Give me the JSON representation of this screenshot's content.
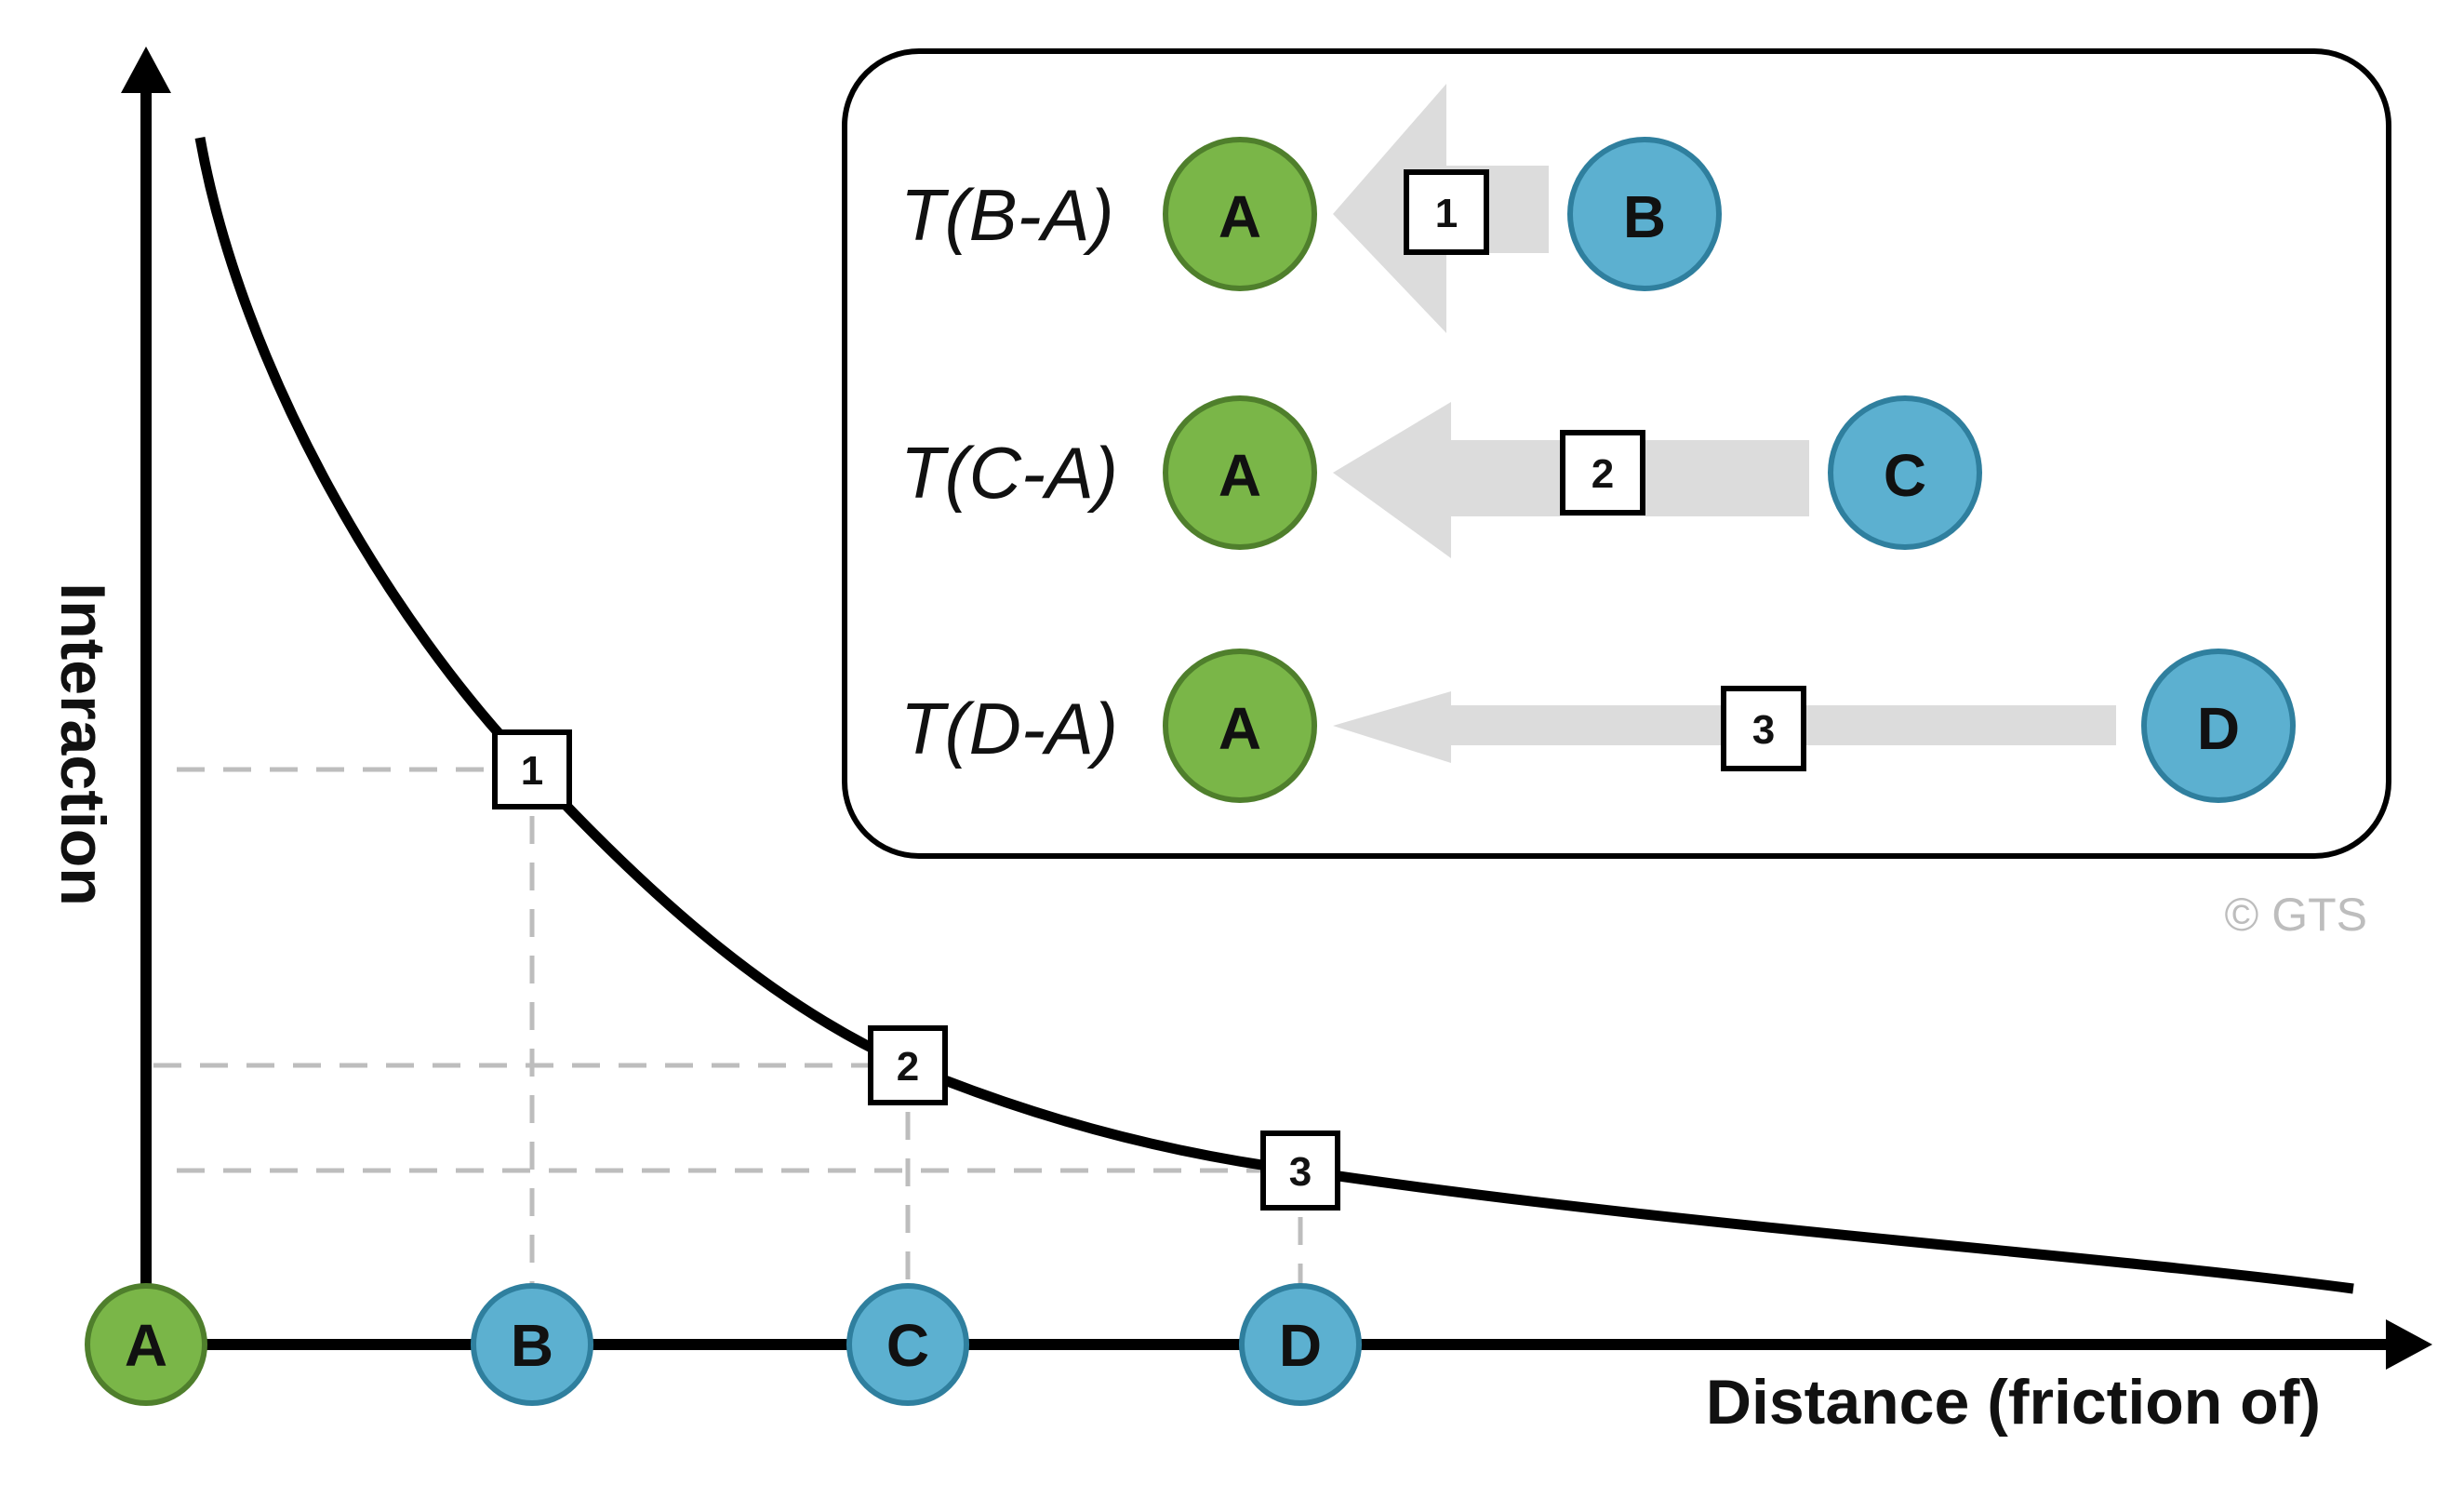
{
  "colors": {
    "origin_fill": "#7ab648",
    "origin_stroke": "#4f7f2c",
    "dest_fill": "#5cb0d0",
    "dest_stroke": "#2f7f9e",
    "arrow_fill": "#dcdcdc",
    "guide": "#bdbdbd",
    "axis": "#000000"
  },
  "axes": {
    "y_label": "Interaction",
    "x_label": "Distance (friction of)"
  },
  "curve": {
    "type": "distance-decay",
    "labels": [
      "1",
      "2",
      "3"
    ]
  },
  "axis_nodes": [
    {
      "id": "origin",
      "label": "A",
      "role": "origin"
    },
    {
      "id": "b",
      "label": "B",
      "role": "destination"
    },
    {
      "id": "c",
      "label": "C",
      "role": "destination"
    },
    {
      "id": "d",
      "label": "D",
      "role": "destination"
    }
  ],
  "legend": {
    "rows": [
      {
        "formula": "T(B-A)",
        "origin": "A",
        "destination": "B",
        "step": "1"
      },
      {
        "formula": "T(C-A)",
        "origin": "A",
        "destination": "C",
        "step": "2"
      },
      {
        "formula": "T(D-A)",
        "origin": "A",
        "destination": "D",
        "step": "3"
      }
    ]
  },
  "copyright": "© GTS"
}
